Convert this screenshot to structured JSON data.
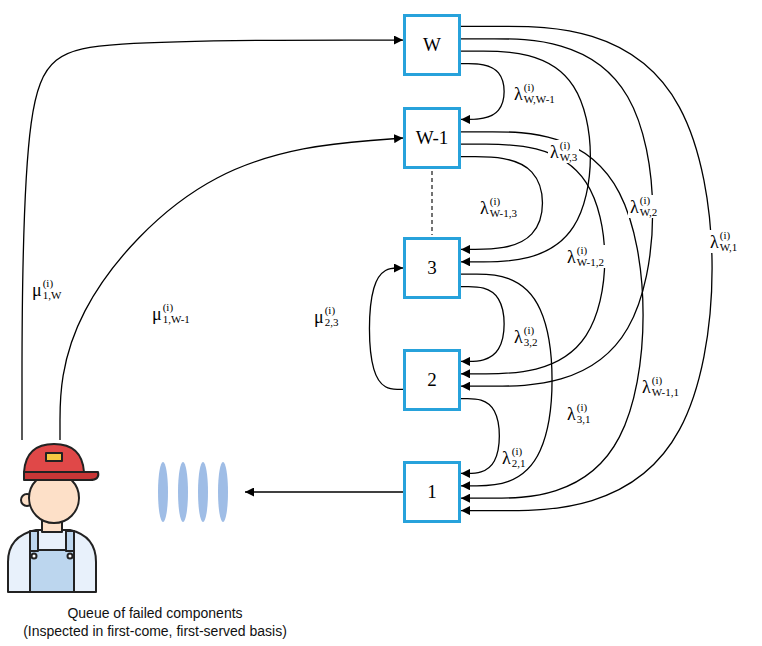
{
  "diagram": {
    "nodes": [
      {
        "text": [
          "W"
        ]
      },
      {
        "text": [
          "W-1"
        ]
      },
      {
        "text": [
          "3"
        ]
      },
      {
        "text": [
          "2"
        ]
      },
      {
        "text": [
          "1"
        ]
      },
      {
        "text": [
          "Queue of failed components",
          "(Inspected in first-come, first-served basis)"
        ]
      }
    ],
    "edges": [
      {
        "from": 5,
        "to": 0,
        "arrow": "to",
        "label": "μ(i)1,W"
      },
      {
        "from": 5,
        "to": 1,
        "arrow": "to",
        "label": "μ(i)1,W-1"
      },
      {
        "from": 3,
        "to": 2,
        "arrow": "to",
        "label": "μ(i)2,3"
      },
      {
        "from": 0,
        "to": 1,
        "arrow": "to",
        "label": "λ(i)W,W-1"
      },
      {
        "from": 0,
        "to": 2,
        "arrow": "to",
        "label": "λ(i)W,3"
      },
      {
        "from": 0,
        "to": 3,
        "arrow": "to",
        "label": "λ(i)W,2"
      },
      {
        "from": 0,
        "to": 4,
        "arrow": "to",
        "label": "λ(i)W,1"
      },
      {
        "from": 1,
        "to": 2,
        "arrow": "to",
        "label": "λ(i)W-1,3"
      },
      {
        "from": 1,
        "to": 3,
        "arrow": "to",
        "label": "λ(i)W-1,2"
      },
      {
        "from": 1,
        "to": 4,
        "arrow": "to",
        "label": "λ(i)W-1,1"
      },
      {
        "from": 2,
        "to": 3,
        "arrow": "to",
        "label": "λ(i)3,2"
      },
      {
        "from": 2,
        "to": 4,
        "arrow": "to",
        "label": "λ(i)3,1"
      },
      {
        "from": 3,
        "to": 4,
        "arrow": "to",
        "label": "λ(i)2,1"
      },
      {
        "from": 4,
        "to": 5,
        "arrow": "to"
      }
    ]
  }
}
